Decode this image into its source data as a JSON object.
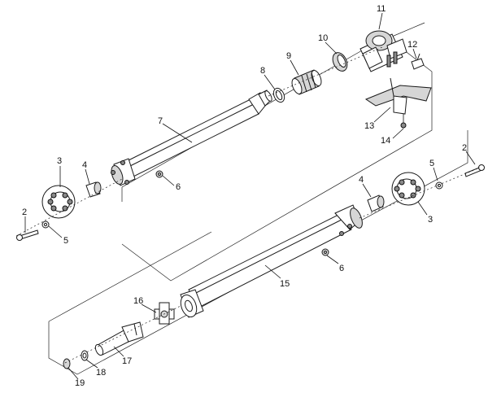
{
  "callouts": {
    "c1": "2",
    "c2": "5",
    "c3": "3",
    "c4": "4",
    "c5": "6",
    "c6": "7",
    "c7": "8",
    "c8": "9",
    "c9": "10",
    "c10": "11",
    "c11": "12",
    "c12": "13",
    "c13": "14",
    "c14": "2",
    "c15": "5",
    "c16": "4",
    "c17": "3",
    "c18": "6",
    "c19": "15",
    "c20": "16",
    "c21": "17",
    "c22": "18",
    "c23": "19"
  }
}
